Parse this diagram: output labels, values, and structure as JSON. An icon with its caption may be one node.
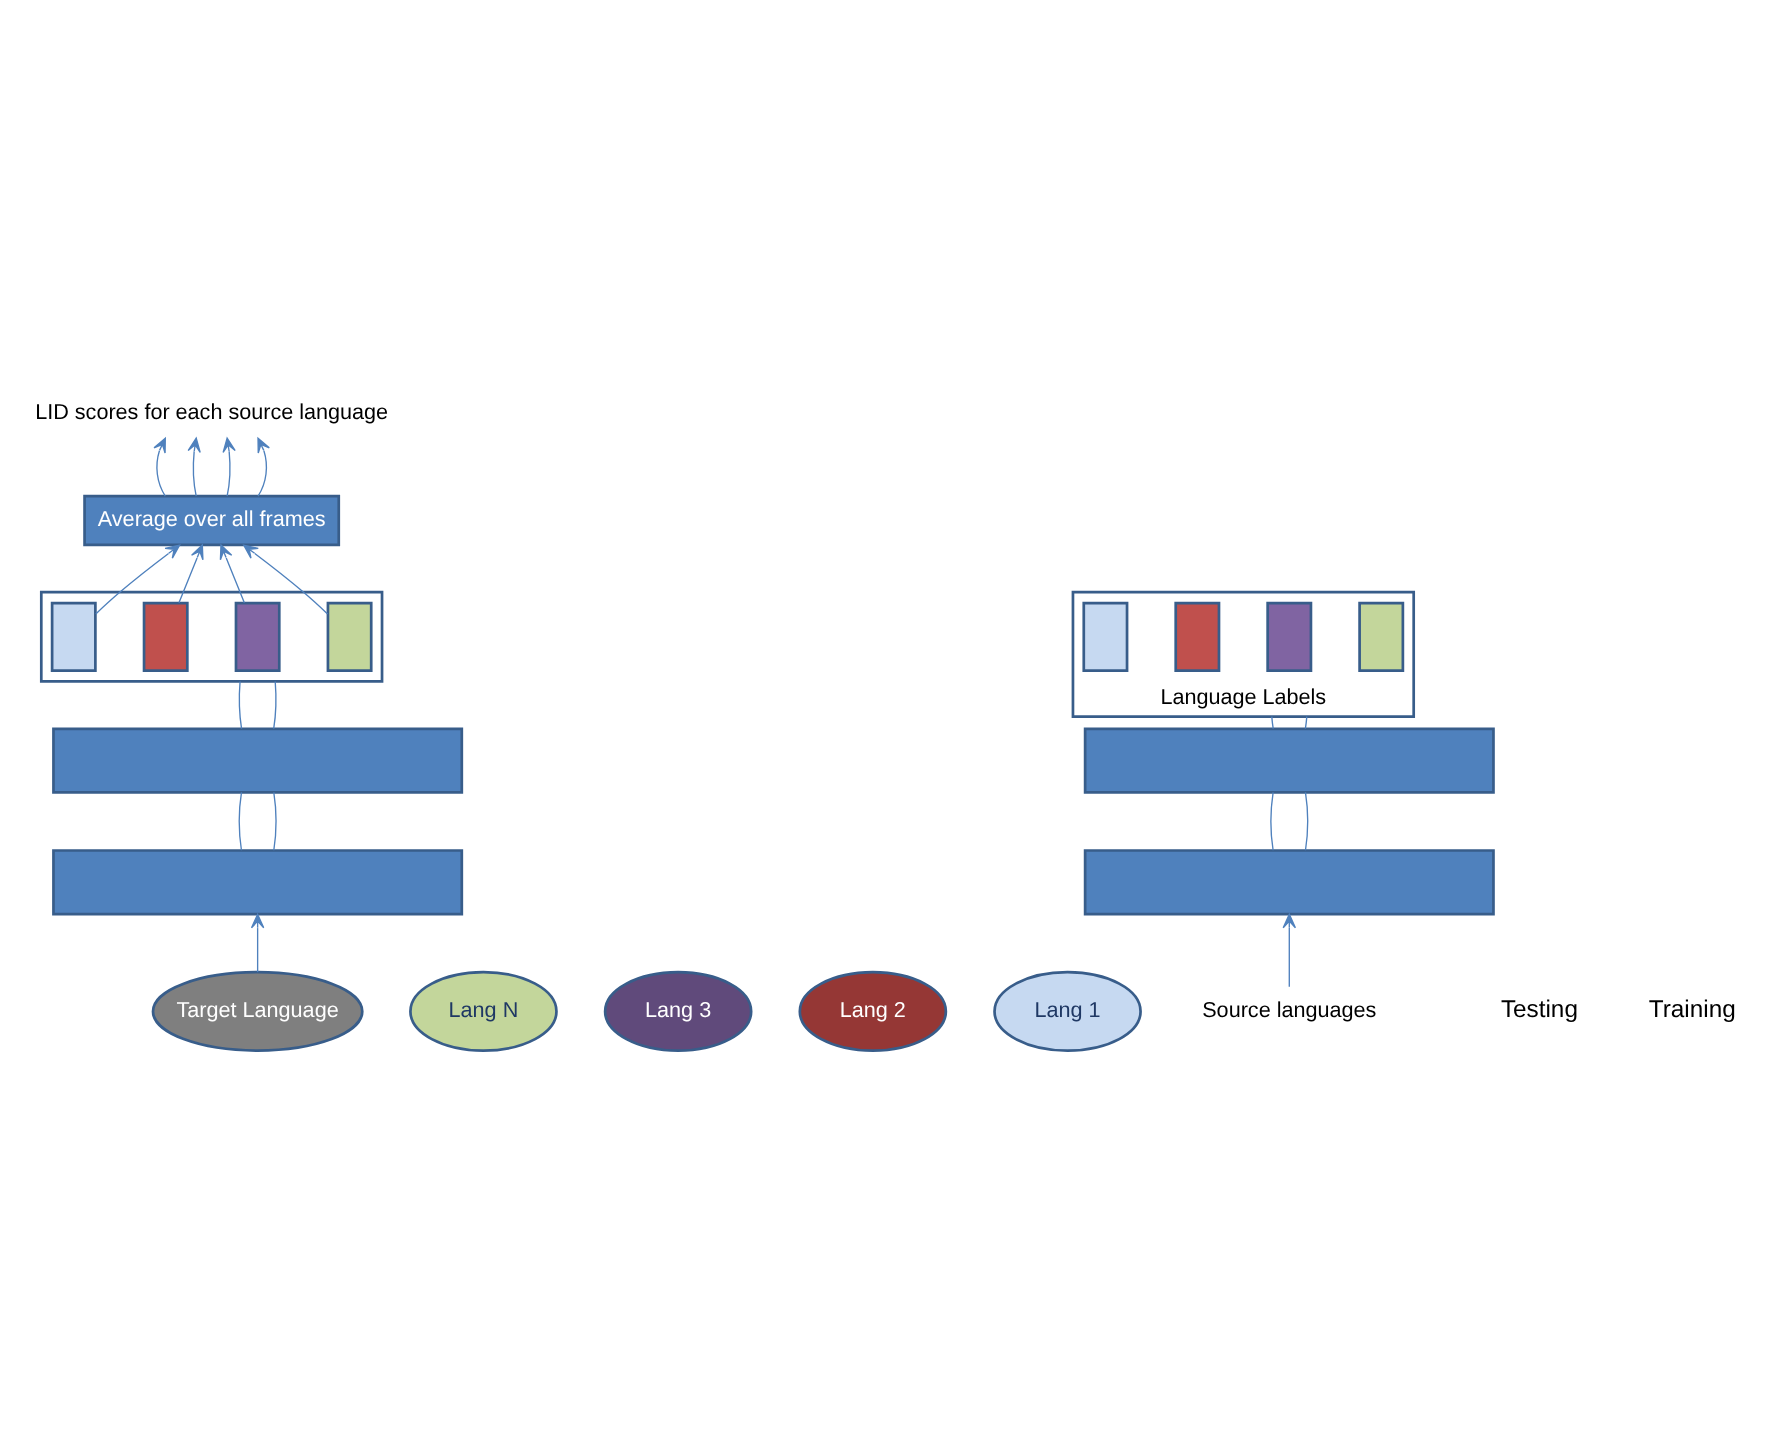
{
  "diagram": {
    "nodes": [
      {
        "text": [
          "LID scores for each source language"
        ]
      },
      {
        "text": [
          "Average over all frames"
        ]
      },
      {
        "text": [
          "Language Labels"
        ]
      },
      {
        "text": [],
        "shape": "box",
        "in": 2
      },
      {
        "text": [],
        "shape": "box",
        "in": 2
      },
      {
        "text": [],
        "shape": "box",
        "in": 2
      },
      {
        "text": [],
        "shape": "box",
        "in": 2
      },
      {
        "text": [],
        "shape": "box"
      },
      {
        "text": [],
        "shape": "box",
        "in": 7
      },
      {
        "text": [],
        "shape": "box",
        "in": 7
      },
      {
        "text": [],
        "shape": "box",
        "in": 7
      },
      {
        "text": [],
        "shape": "box",
        "in": 7
      },
      {
        "text": [],
        "shape": "box"
      },
      {
        "text": [],
        "shape": "box"
      },
      {
        "text": [],
        "shape": "box"
      },
      {
        "text": [],
        "shape": "box"
      },
      {
        "text": [
          "Source languages"
        ]
      },
      {
        "text": [
          "Lang 1"
        ]
      },
      {
        "text": [
          "Lang 2"
        ]
      },
      {
        "text": [
          "Lang 3"
        ]
      },
      {
        "text": [
          "Lang N"
        ]
      },
      {
        "text": [
          "Target Language"
        ]
      }
    ],
    "edges": [
      {
        "from": 16,
        "to": 14,
        "arrow": "to"
      },
      {
        "from": 14,
        "to": 12,
        "arrow": "none"
      },
      {
        "from": 14,
        "to": 12,
        "arrow": "none"
      },
      {
        "from": 12,
        "to": 2,
        "arrow": "none"
      },
      {
        "from": 12,
        "to": 2,
        "arrow": "none"
      },
      {
        "from": 21,
        "to": 15,
        "arrow": "to"
      },
      {
        "from": 15,
        "to": 13,
        "arrow": "none"
      },
      {
        "from": 15,
        "to": 13,
        "arrow": "none"
      },
      {
        "from": 13,
        "to": 7,
        "arrow": "none"
      },
      {
        "from": 13,
        "to": 7,
        "arrow": "none"
      },
      {
        "from": 8,
        "to": 1,
        "arrow": "to"
      },
      {
        "from": 9,
        "to": 1,
        "arrow": "to"
      },
      {
        "from": 10,
        "to": 1,
        "arrow": "to"
      },
      {
        "from": 11,
        "to": 1,
        "arrow": "to"
      },
      {
        "from": 1,
        "to": 0,
        "arrow": "to"
      },
      {
        "from": 1,
        "to": 0,
        "arrow": "to"
      },
      {
        "from": 1,
        "to": 0,
        "arrow": "to"
      },
      {
        "from": 1,
        "to": 0,
        "arrow": "to"
      }
    ],
    "labels": [
      "Training",
      "Testing"
    ]
  }
}
